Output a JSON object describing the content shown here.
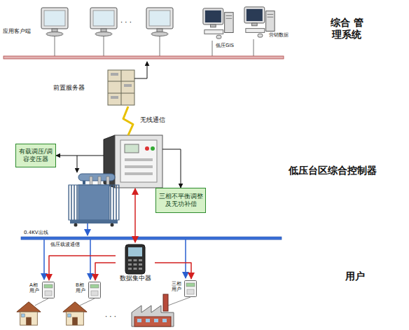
{
  "diagram": {
    "nodes": [
      {
        "text": [
          "应用客户端"
        ]
      },
      {
        "text": [
          "低压GIS"
        ]
      },
      {
        "text": [
          "营销数据"
        ]
      },
      {
        "text": [
          "前置服务器"
        ]
      },
      {
        "text": [
          "低压台区综合控制器"
        ]
      },
      {
        "text": [
          "有载调压/调容变压器"
        ]
      },
      {
        "text": [
          "三相不平衡调整及无功补偿"
        ]
      },
      {
        "text": [
          "数据集中器"
        ]
      },
      {
        "text": [
          "A相用户"
        ]
      },
      {
        "text": [
          "B相用户"
        ]
      },
      {
        "text": [
          "三相用户"
        ]
      }
    ],
    "edges": [
      {
        "from": 4,
        "to": 3,
        "label": "无线通信",
        "arrow": "none"
      },
      {
        "from": 4,
        "to": 5,
        "arrow": "to"
      },
      {
        "from": 4,
        "to": 6,
        "arrow": "to"
      },
      {
        "from": 4,
        "to": 7,
        "arrow": "both"
      },
      {
        "from": 7,
        "to": 8,
        "arrow": "to"
      },
      {
        "from": 7,
        "to": 9,
        "arrow": "to"
      },
      {
        "from": 7,
        "to": 10,
        "arrow": "to"
      }
    ],
    "labels": [
      "综合 管理系统",
      "用户",
      "0.4KV出线",
      "低压载波通信",
      "· · ·",
      "· · ·"
    ]
  }
}
